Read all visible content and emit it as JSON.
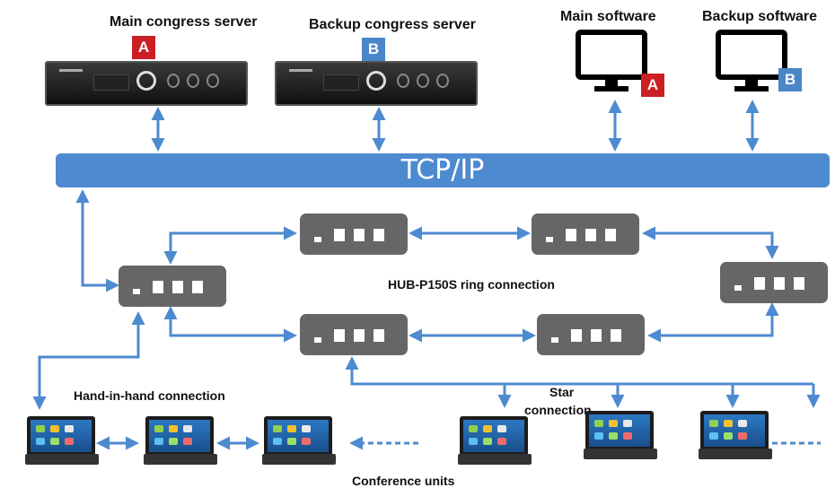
{
  "labels": {
    "main_server": "Main congress server",
    "backup_server": "Backup congress server",
    "main_software": "Main software",
    "backup_software": "Backup software",
    "tcpip": "TCP/IP",
    "hub_ring": "HUB-P150S ring connection",
    "hand_in_hand": "Hand-in-hand connection",
    "star": "Star",
    "star2": "connection",
    "conference_units": "Conference units"
  },
  "badges": {
    "a": "A",
    "b": "B"
  },
  "colors": {
    "arrow": "#4e8ad0",
    "tcp_bar": "#4e8ad0",
    "hub": "#666666",
    "badge_a": "#cc1f24",
    "badge_b": "#4a86c8"
  }
}
